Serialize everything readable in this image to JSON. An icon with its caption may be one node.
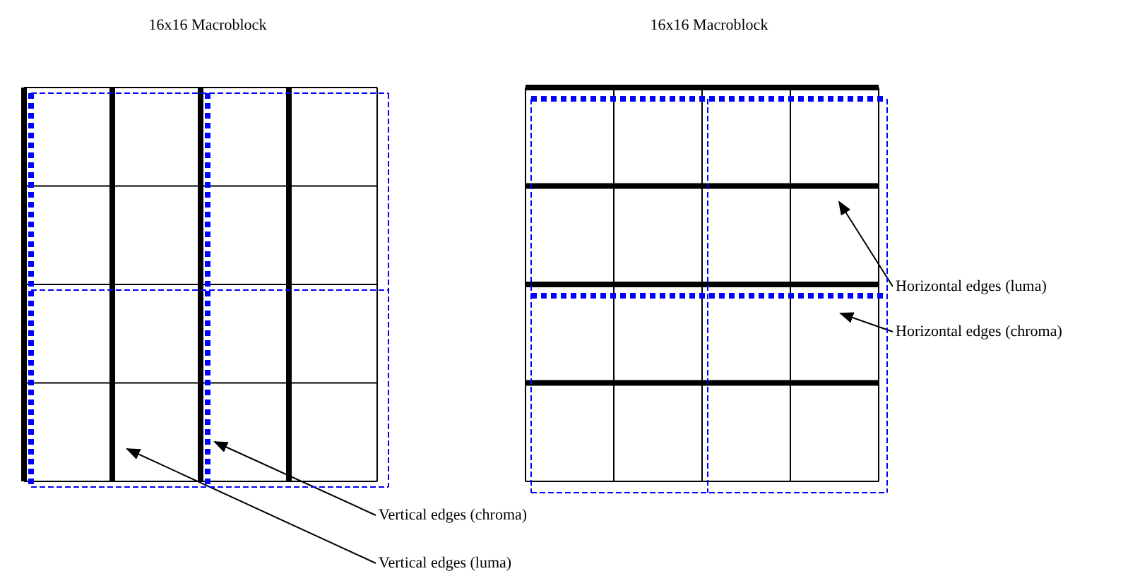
{
  "diagram": {
    "nodes": [
      {
        "text": [
          "16x16 Macroblock"
        ]
      },
      {
        "text": [
          "16x16 Macroblock"
        ]
      },
      {
        "text": [
          "Vertical edges (chroma)"
        ]
      },
      {
        "text": [
          "Vertical edges (luma)"
        ]
      },
      {
        "text": [
          "Horizontal edges (luma)"
        ]
      },
      {
        "text": [
          "Horizontal edges (chroma)"
        ]
      }
    ],
    "edges": [
      {
        "from": 2,
        "to": 0,
        "arrow": "to"
      },
      {
        "from": 3,
        "to": 0,
        "arrow": "to"
      },
      {
        "from": 4,
        "to": 1,
        "arrow": "to"
      },
      {
        "from": 5,
        "to": 1,
        "arrow": "to"
      }
    ]
  }
}
